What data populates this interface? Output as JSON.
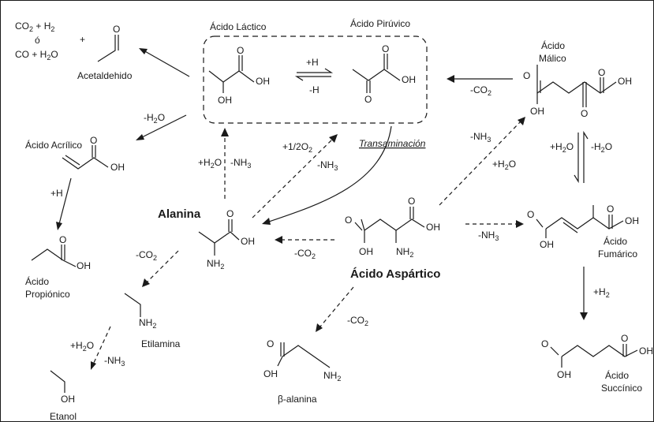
{
  "compounds": {
    "acetaldehido": "Acetaldehido",
    "acido_lactico": "Ácido Láctico",
    "acido_piruvico": "Ácido Pirúvico",
    "acido_malico": [
      "Ácido",
      "Málico"
    ],
    "acido_acrilico": "Ácido Acrílico",
    "alanina": "Alanina",
    "acido_propionico": [
      "Ácido",
      "Propiónico"
    ],
    "acido_aspartico": "Ácido Aspártico",
    "acido_fumarico": [
      "Ácido",
      "Fumárico"
    ],
    "etilamina": "Etilamina",
    "beta_alanina": "β-alanina",
    "acido_succinico": [
      "Ácido",
      "Succínico"
    ],
    "etanol": "Etanol"
  },
  "gases": {
    "line1": [
      "CO",
      "2",
      " + H",
      "2"
    ],
    "or": "ó",
    "line2": [
      "CO + H",
      "2",
      "O"
    ],
    "plus": "+"
  },
  "atoms": {
    "O": "O",
    "OH": "OH",
    "NH2": [
      "NH",
      "2"
    ]
  },
  "conditions": {
    "plus_h": "+H",
    "minus_h": "-H",
    "minus_h2o": [
      "-H",
      "2",
      "O"
    ],
    "plus_h2o": [
      "+H",
      "2",
      "O"
    ],
    "minus_nh3": [
      "-NH",
      "3"
    ],
    "plus_half_o2": [
      "+1/2O",
      "2"
    ],
    "minus_co2": [
      "-CO",
      "2"
    ],
    "plus_h2": [
      "+H",
      "2"
    ],
    "transaminacion": "Transaminación"
  }
}
